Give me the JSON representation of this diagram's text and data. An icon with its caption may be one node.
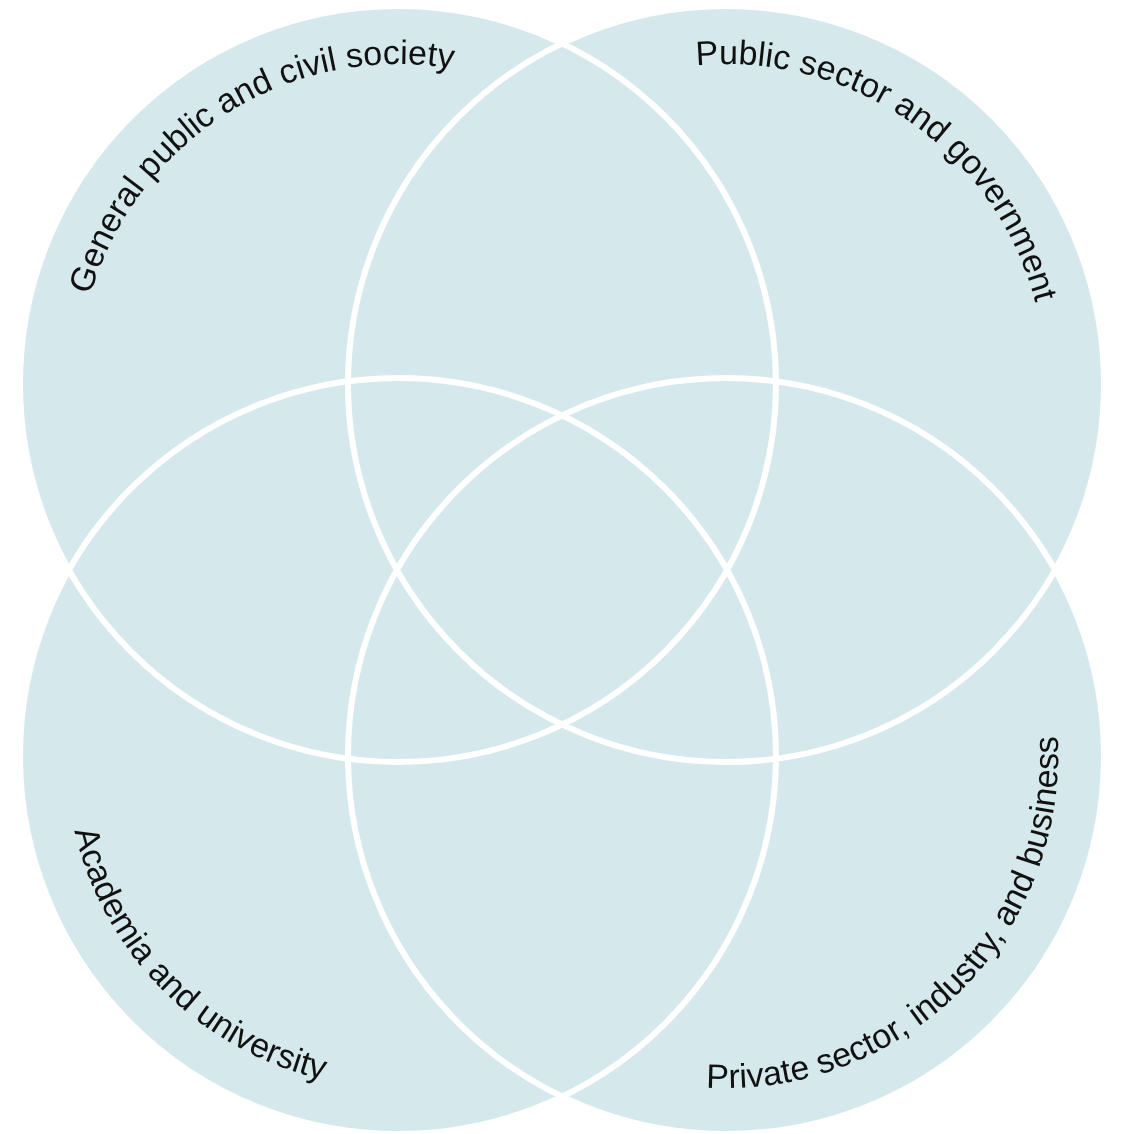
{
  "diagram": {
    "nodes": [
      {
        "text": [
          "General public and civil society"
        ]
      },
      {
        "text": [
          "Public sector and government"
        ]
      },
      {
        "text": [
          "Academia and university"
        ]
      },
      {
        "text": [
          "Private sector, industry, and business"
        ]
      }
    ]
  }
}
